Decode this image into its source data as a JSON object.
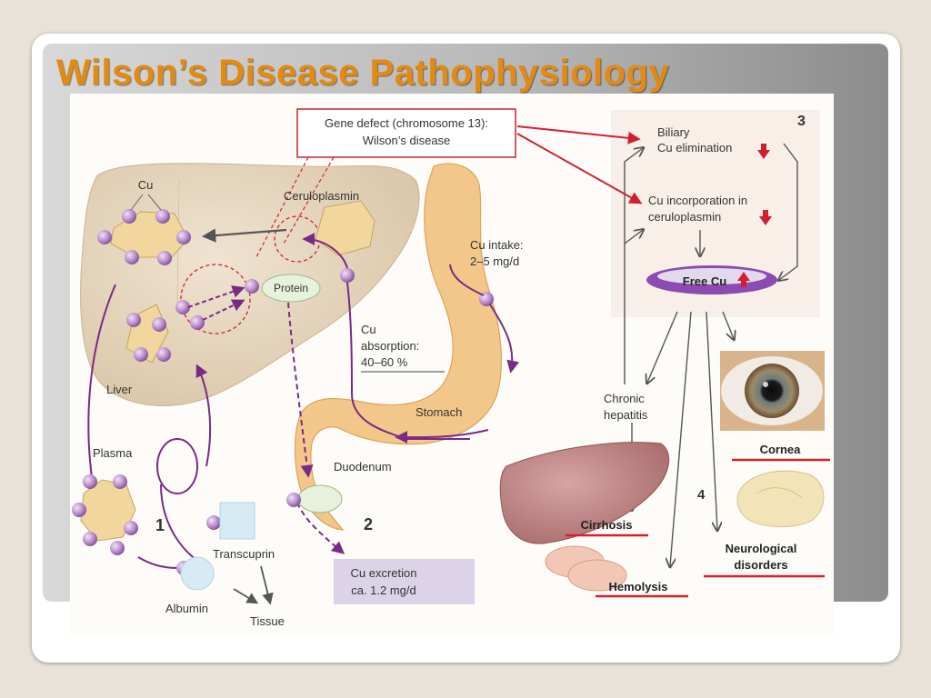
{
  "slide": {
    "title": "Wilson’s  Disease Pathophysiology"
  },
  "diagram": {
    "gene_defect": "Gene defect (chromosome 13):",
    "wilsons_disease": "Wilson’s disease",
    "cu_label": "Cu",
    "ceruloplasmin": "Ceruloplasmin",
    "protein": "Protein",
    "liver": "Liver",
    "plasma": "Plasma",
    "transcuprin": "Transcuprin",
    "albumin": "Albumin",
    "tissue": "Tissue",
    "cu_intake_1": "Cu intake:",
    "cu_intake_2": "2–5 mg/d",
    "cu_absorption_1": "Cu",
    "cu_absorption_2": "absorption:",
    "cu_absorption_3": "40–60 %",
    "stomach": "Stomach",
    "duodenum": "Duodenum",
    "cu_excretion_1": "Cu excretion",
    "cu_excretion_2": "ca. 1.2 mg/d",
    "num_1": "1",
    "num_2": "2",
    "num_3": "3",
    "num_4": "4",
    "biliary_1": "Biliary",
    "biliary_2": "Cu elimination",
    "incorp_1": "Cu incorporation in",
    "incorp_2": "ceruloplasmin",
    "free_cu": "Free Cu",
    "chronic_1": "Chronic",
    "chronic_2": "hepatitis",
    "cornea": "Cornea",
    "cirrhosis": "Cirrhosis",
    "hemolysis": "Hemolysis",
    "neuro_1": "Neurological",
    "neuro_2": "disorders"
  },
  "colors": {
    "title": "#e28a12",
    "liver": "#e2d2ba",
    "stomach": "#f3c78a",
    "purple_path": "#7a2a86",
    "red_arrow": "#d02030",
    "red_underline": "#d81e2a",
    "free_cu_oval": "#8b4bb0"
  }
}
